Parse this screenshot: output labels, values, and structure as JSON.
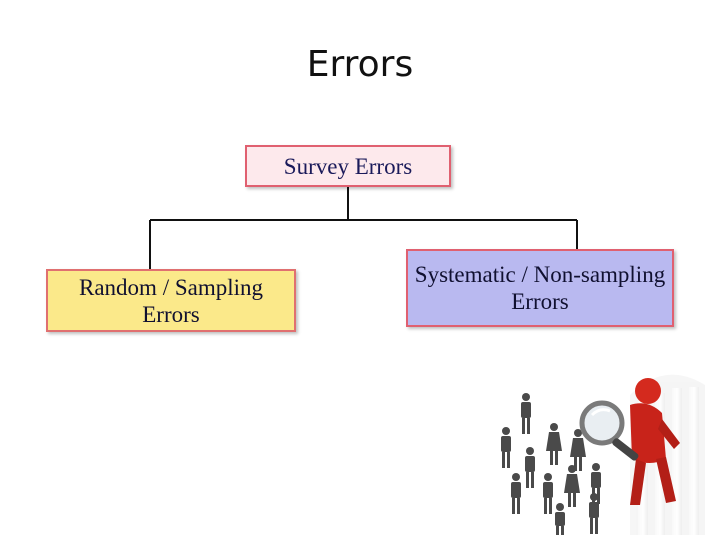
{
  "slide": {
    "title": "Errors"
  },
  "tree": {
    "root": {
      "label": "Survey Errors"
    },
    "children": [
      {
        "label": "Random / Sampling Errors"
      },
      {
        "label": "Systematic / Non-sampling Errors"
      }
    ]
  },
  "colors": {
    "root_fill": "#fde9ec",
    "left_fill": "#fbe98a",
    "right_fill": "#b9b9f0",
    "box_border": "#e06070",
    "connector": "#111111",
    "figure_accent": "#d42a1e"
  },
  "illustration": {
    "icon": "crowd-magnifier-icon"
  }
}
